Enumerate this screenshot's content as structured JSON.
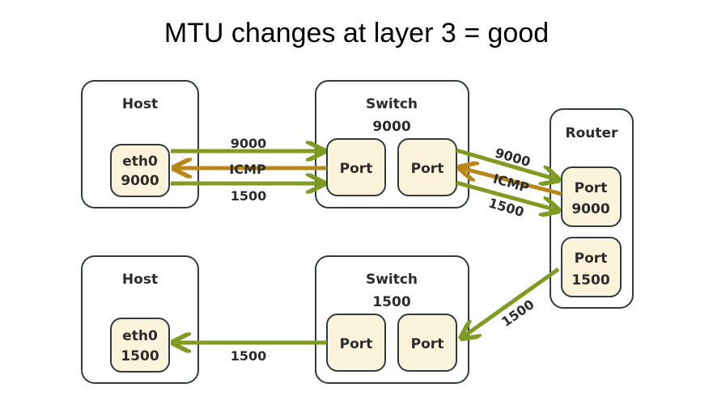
{
  "title": "MTU changes at layer 3 = good",
  "colors": {
    "box_stroke": "#2f3b40",
    "port_fill": "#fbf3da",
    "arrow_green": "#809b22",
    "arrow_orange": "#b9861a"
  },
  "top_row": {
    "host": {
      "title": "Host",
      "iface": "eth0",
      "mtu": "9000"
    },
    "switch": {
      "title": "Switch",
      "mtu": "9000",
      "port_left": "Port",
      "port_right": "Port"
    },
    "host_switch_links": {
      "upper": "9000",
      "icmp": "ICMP",
      "lower": "1500"
    },
    "switch_router_links": {
      "upper": "9000",
      "icmp": "ICMP",
      "lower": "1500"
    }
  },
  "router": {
    "title": "Router",
    "port_top": "Port",
    "port_top_mtu": "9000",
    "port_bottom": "Port",
    "port_bottom_mtu": "1500",
    "router_switch_link": "1500"
  },
  "bottom_row": {
    "host": {
      "title": "Host",
      "iface": "eth0",
      "mtu": "1500"
    },
    "switch": {
      "title": "Switch",
      "mtu": "1500",
      "port_left": "Port",
      "port_right": "Port"
    },
    "switch_host_link": "1500"
  }
}
